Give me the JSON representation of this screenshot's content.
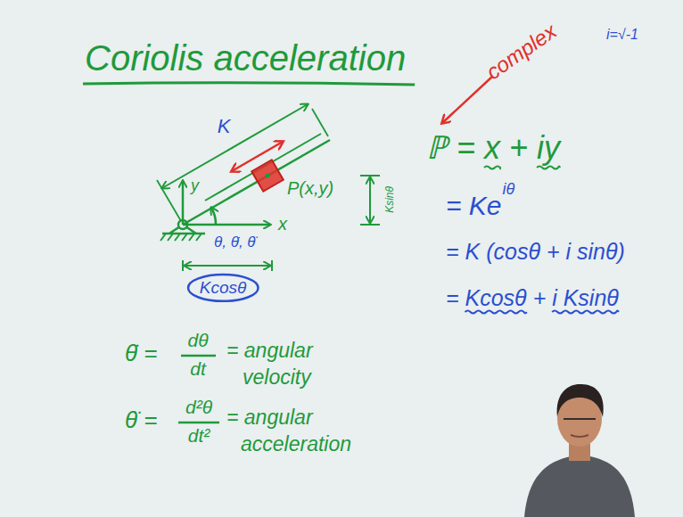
{
  "diagram": {
    "title": "Coriolis acceleration",
    "nodes": [
      {
        "text": [
          "Kcosθ"
        ]
      }
    ],
    "labels": [
      "complex",
      "i=√-1",
      "K",
      "P(x,y)",
      "Ksinθ",
      "θ, θ̇, θ̈",
      "x",
      "y",
      "ℙ = x + iy",
      "= Ke",
      "iθ",
      "= K (cosθ + i sinθ)",
      "= Kcosθ + i Ksinθ",
      "θ̇ =",
      "dθ",
      "dt",
      "= angular",
      "velocity",
      "θ̈ =",
      "d²θ",
      "dt²",
      "= angular",
      "acceleration"
    ]
  }
}
